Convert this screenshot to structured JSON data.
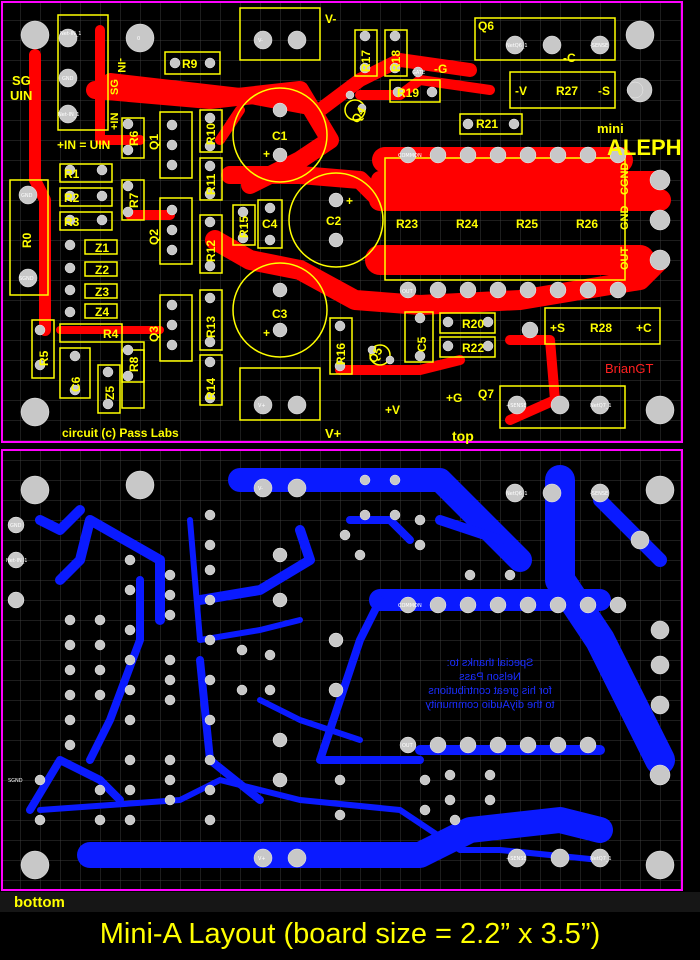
{
  "colors": {
    "top_copper": "#ff0000",
    "bottom_copper": "#0a1aff",
    "silkscreen": "#ffff00",
    "outline": "#ff00ff",
    "pad": "#c0c0c0",
    "grid": "#3a3a3a",
    "brand": "#ff2020"
  },
  "top": {
    "title_small": "mini",
    "title": "ALEPH",
    "author": "BrianGT",
    "board_side": "top",
    "copyright": "circuit (c) Pass Labs",
    "net_labels": {
      "sg": "SG",
      "uin": "UIN",
      "in_minus": "-IN",
      "sg_side": "SG",
      "in_plus_side": "+IN",
      "in_eq": "+IN = UIN",
      "v_minus": "V-",
      "v_plus": "V+",
      "plus_v": "+V",
      "plus_g": "+G",
      "minus_g": "-G",
      "minus_c": "-C",
      "minus_v": "-V",
      "minus_s": "-S",
      "plus_s": "+S",
      "plus_c": "+C",
      "out": "OUT",
      "gnd": "GND",
      "cgnd": "CGND"
    },
    "refs": {
      "q6": "Q6",
      "q7": "Q7",
      "r27": "R27",
      "r28": "R28",
      "r9": "R9",
      "r17": "R17",
      "r18": "R18",
      "r19": "R19",
      "r21": "R21",
      "c4a": "C4",
      "c1": "C1",
      "c2": "C2",
      "c3": "C3",
      "c4": "C4",
      "c5": "C5",
      "c6": "C6",
      "q1": "Q1",
      "q2": "Q2",
      "q3": "Q3",
      "q5": "Q5",
      "q4": "Q4",
      "r1": "R1",
      "r2": "R2",
      "r3": "R3",
      "r0": "R0",
      "r4": "R4",
      "r5": "R5",
      "r6": "R6",
      "r7": "R7",
      "r8": "R8",
      "r10": "R10",
      "r11": "R11",
      "r12": "R12",
      "r13": "R13",
      "r14": "R14",
      "r15": "R15",
      "r16": "R16",
      "r20": "R20",
      "r22": "R22",
      "r23": "R23",
      "r24": "R24",
      "r25": "R25",
      "r26": "R26",
      "z1": "Z1",
      "z2": "Z2",
      "z3": "Z3",
      "z4": "Z4",
      "z5": "Z5",
      "plus": "+"
    }
  },
  "bottom": {
    "board_side": "bottom",
    "thanks": [
      "Special thanks to:",
      "Nelson Pass",
      "for his great contributions",
      "to the diyAudio community"
    ]
  },
  "pads": {
    "gnd": "GND",
    "net_in": "Net-IN_1",
    "sgnd": "SGND",
    "out": "OUT",
    "common": "COMMON",
    "vplus": "V+",
    "vminus": "V-",
    "sense_pos": "+SENSE",
    "sense_neg": "-SENSE",
    "gate": "GATE",
    "netq6": "NetQ6_1",
    "netq7": "NetQ7_1",
    "zero": "0"
  },
  "caption": "Mini-A Layout (board size = 2.2” x 3.5”)"
}
